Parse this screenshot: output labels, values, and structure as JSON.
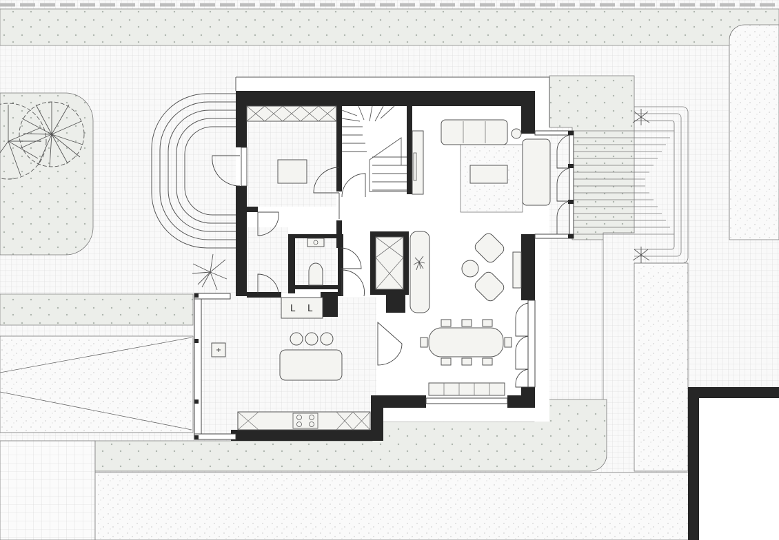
{
  "drawing": {
    "type": "architectural ground floor plan",
    "colors": {
      "wall": "#262626",
      "paving": "#eceeea",
      "tile_fill": "#f9f9f9",
      "line": "#555555",
      "property_boundary": "#bdbdbd"
    }
  },
  "kitchen": {
    "wall_unit_labels": [
      "L",
      "L"
    ]
  }
}
